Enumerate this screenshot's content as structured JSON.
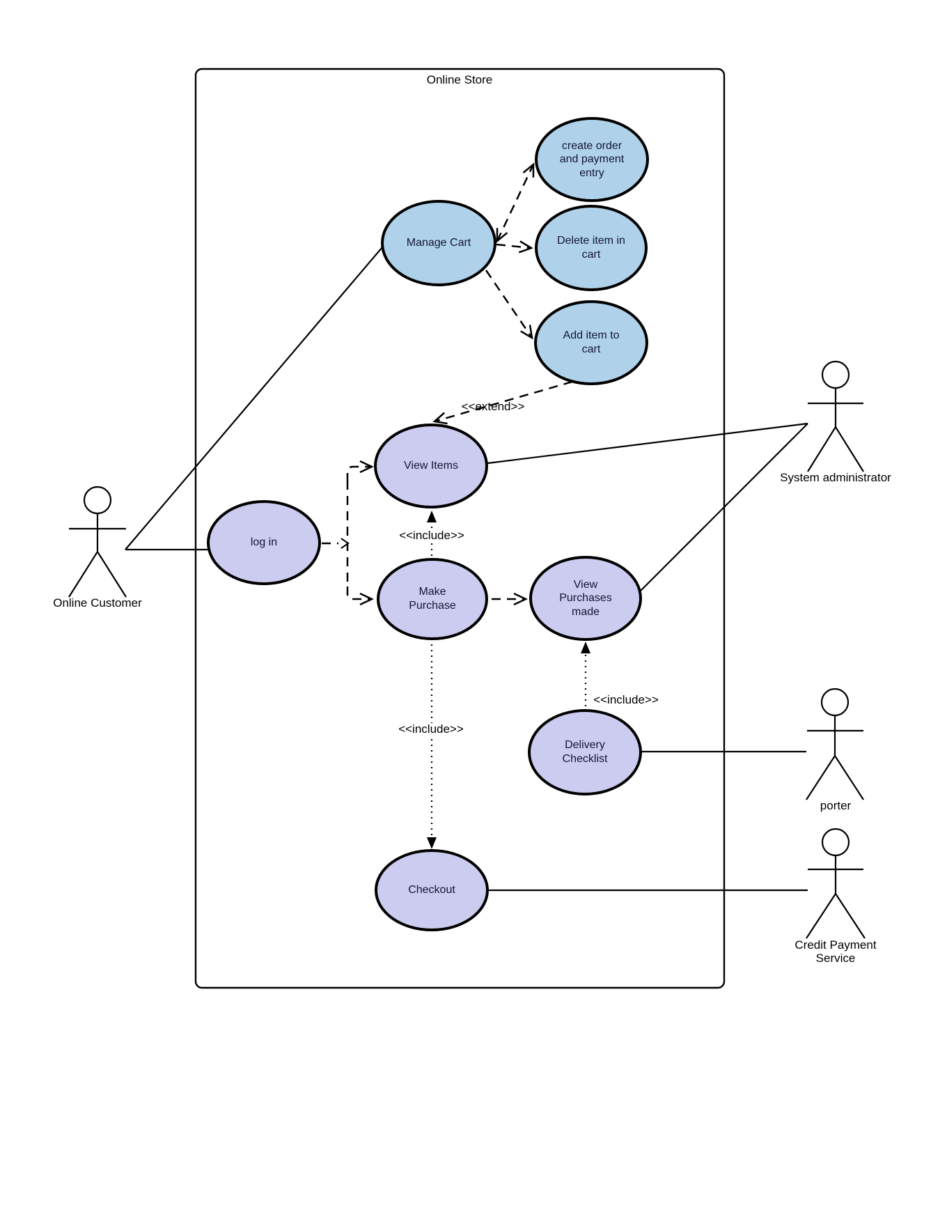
{
  "system_boundary": {
    "title": "Online Store"
  },
  "use_cases": {
    "manage_cart": {
      "label": "Manage Cart"
    },
    "create_order": {
      "label": "create order\nand payment\nentry"
    },
    "delete_item": {
      "label": "Delete item in\ncart"
    },
    "add_item": {
      "label": "Add item to\ncart"
    },
    "view_items": {
      "label": "View Items"
    },
    "log_in": {
      "label": "log in"
    },
    "make_purchase": {
      "label": "Make\nPurchase"
    },
    "view_purchases": {
      "label": "View\nPurchases\nmade"
    },
    "delivery_checklist": {
      "label": "Delivery\nChecklist"
    },
    "checkout": {
      "label": "Checkout"
    }
  },
  "actors": {
    "online_customer": {
      "label": "Online Customer"
    },
    "system_administrator": {
      "label": "System administrator"
    },
    "porter": {
      "label": "porter"
    },
    "credit_payment_service": {
      "label": "Credit Payment Service"
    }
  },
  "relationships": {
    "extend_label": "<<extend>>",
    "include_label": "<<include>>"
  },
  "colors": {
    "use_case_blue": "#AFD2EA",
    "use_case_purple": "#CCCCF0",
    "stroke": "#000000"
  }
}
